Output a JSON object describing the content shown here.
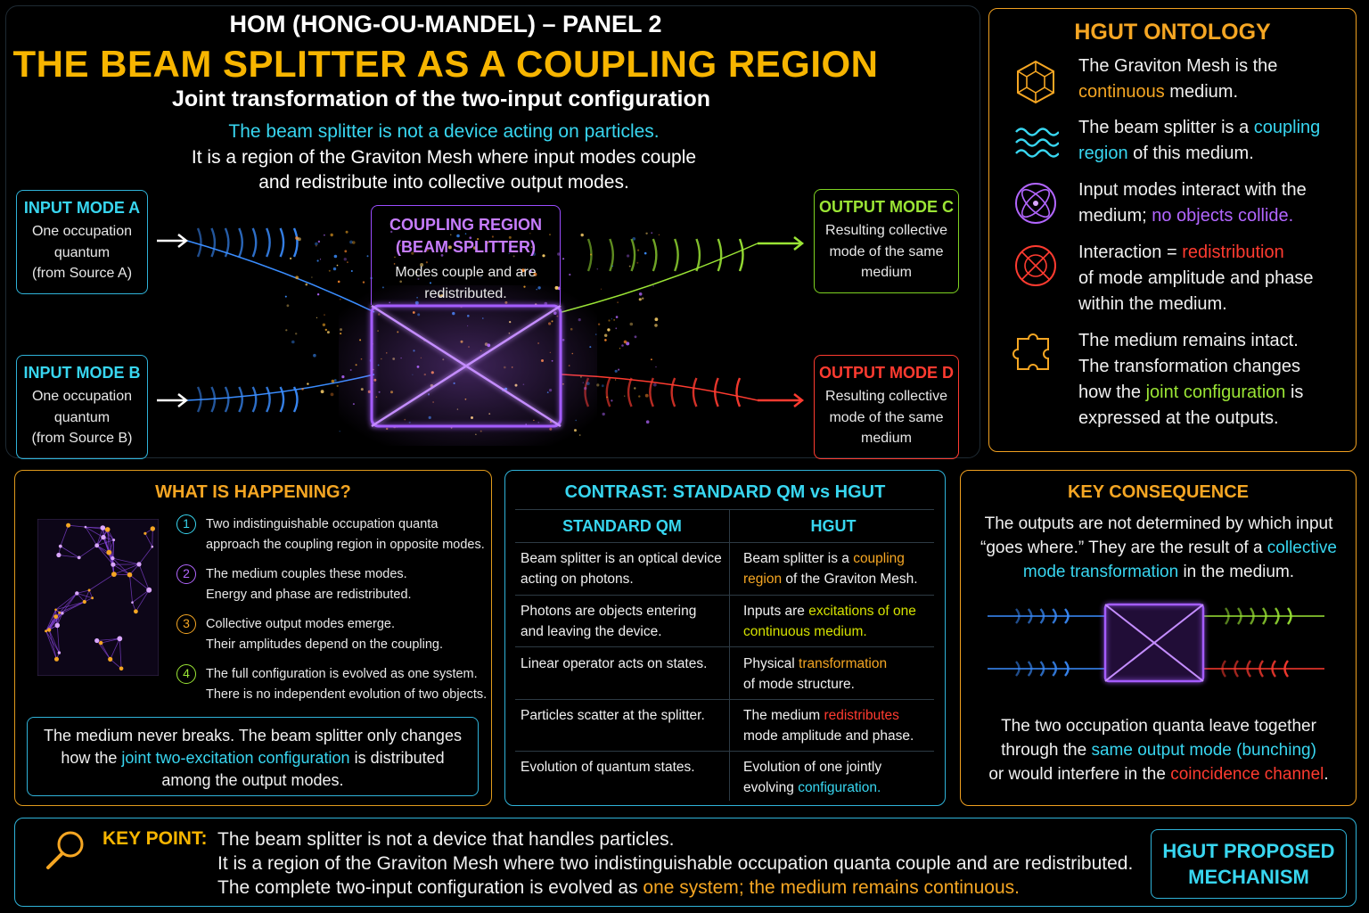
{
  "header": {
    "supertitle": "HOM (HONG-OU-MANDEL) – PANEL 2",
    "title": "THE BEAM SPLITTER AS A COUPLING REGION",
    "subtitle": "Joint transformation of the two-input configuration",
    "lead": "The beam splitter is not a device acting on particles.",
    "body_1": "It is a region of the Graviton Mesh where input modes couple",
    "body_2": "and redistribute into collective output modes."
  },
  "modes": {
    "input_a": {
      "title": "INPUT MODE A",
      "l1": "One occupation",
      "l2": "quantum",
      "l3": "(from Source A)"
    },
    "input_b": {
      "title": "INPUT MODE B",
      "l1": "One occupation",
      "l2": "quantum",
      "l3": "(from Source B)"
    },
    "output_c": {
      "title": "OUTPUT MODE C",
      "l1": "Resulting collective",
      "l2": "mode of the same",
      "l3": "medium"
    },
    "output_d": {
      "title": "OUTPUT MODE D",
      "l1": "Resulting collective",
      "l2": "mode of the same",
      "l3": "medium"
    },
    "coupling": {
      "title_1": "COUPLING REGION",
      "title_2": "(BEAM SPLITTER)",
      "l1": "Modes couple and are",
      "l2": "redistributed."
    }
  },
  "ontology": {
    "title": "HGUT ONTOLOGY",
    "i1": {
      "a": "The Graviton Mesh is the",
      "b": "continuous",
      "c": " medium."
    },
    "i2": {
      "a": "The beam splitter is a ",
      "b": "coupling",
      "c": "region",
      "d": " of this medium."
    },
    "i3": {
      "a": "Input modes interact with the",
      "b": "medium; ",
      "c": "no objects collide."
    },
    "i4": {
      "a": "Interaction = ",
      "b": "redistribution",
      "c": "of mode amplitude and phase",
      "d": "within the medium."
    },
    "i5": {
      "a": "The medium remains intact.",
      "b": "The transformation changes",
      "c": "how the ",
      "d": "joint configuration",
      "e": " is",
      "f": "expressed at the outputs."
    },
    "icons": [
      "mesh-icon",
      "waves-icon",
      "orbit-icon",
      "burst-icon",
      "puzzle-icon"
    ]
  },
  "happening": {
    "title": "WHAT IS HAPPENING?",
    "steps": [
      {
        "n": "1",
        "a": "Two indistinguishable occupation quanta",
        "b": "approach the coupling region in opposite modes."
      },
      {
        "n": "2",
        "a": "The medium couples these modes.",
        "b": "Energy and phase are redistributed."
      },
      {
        "n": "3",
        "a": "Collective output modes emerge.",
        "b": "Their amplitudes depend on the coupling."
      },
      {
        "n": "4",
        "a": "The full configuration is evolved as one system.",
        "b": "There is no independent evolution of two objects."
      }
    ],
    "note": {
      "a": "The medium never breaks. The beam splitter only changes",
      "b": "how the ",
      "c": "joint two-excitation configuration",
      "d": " is distributed",
      "e": "among the output modes."
    }
  },
  "contrast": {
    "title": "CONTRAST: STANDARD QM vs HGUT",
    "col_left": "STANDARD QM",
    "col_right": "HGUT",
    "rows": [
      {
        "l1": "Beam splitter is an optical device",
        "l2": "acting on photons.",
        "r1a": "Beam splitter is a ",
        "r1b": "coupling",
        "r2a": "region",
        "r2b": " of the Graviton Mesh."
      },
      {
        "l1": "Photons are objects entering",
        "l2": "and leaving the device.",
        "r1a": "Inputs are ",
        "r1b": "excitations of one",
        "r2a": "continuous medium.",
        "r2b": ""
      },
      {
        "l1": "Linear operator acts on states.",
        "l2": "",
        "r1a": "Physical ",
        "r1b": "transformation",
        "r2a": "of mode structure.",
        "r2b": ""
      },
      {
        "l1": "Particles scatter at the splitter.",
        "l2": "",
        "r1a": "The medium ",
        "r1b": "redistributes",
        "r2a": "mode amplitude and phase.",
        "r2b": ""
      },
      {
        "l1": "Evolution of quantum states.",
        "l2": "",
        "r1a": "Evolution of one jointly",
        "r1b": "",
        "r2a": "evolving ",
        "r2b": "configuration."
      }
    ]
  },
  "consequence": {
    "title": "KEY CONSEQUENCE",
    "p1a": "The outputs are not determined by which input",
    "p1b": "“goes where.” They are the result of a ",
    "p1c": "collective",
    "p1d": "mode transformation",
    "p1e": " in the medium.",
    "p2a": "The two occupation quanta leave together",
    "p2b": "through the ",
    "p2c": "same output mode (bunching)",
    "p2d": "or would interfere in the ",
    "p2e": "coincidence channel",
    "p2f": "."
  },
  "keypoint": {
    "label": "KEY POINT:",
    "l1": "The beam splitter is not a device that handles particles.",
    "l2": "It is a region of the Graviton Mesh where two indistinguishable occupation quanta couple and are redistributed.",
    "l3a": "The complete two-input configuration is evolved as ",
    "l3b": "one system",
    "l3c": "; the medium remains continuous.",
    "mech_1": "HGUT PROPOSED",
    "mech_2": "MECHANISM"
  },
  "colors": {
    "cyan": "#38d6f0",
    "orange": "#f5a623",
    "purple": "#b266ff",
    "red": "#ff3b30",
    "green": "#9be535",
    "blue": "#3a8dff"
  }
}
